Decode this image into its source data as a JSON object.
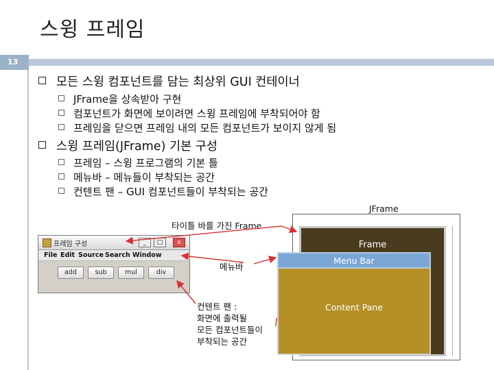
{
  "slide": {
    "title": "스윙 프레임",
    "number": "13"
  },
  "bullets": [
    {
      "text": "모든 스윙 컴포넌트를 담는 최상위 GUI 컨테이너",
      "sub": [
        "JFrame을 상속받아 구현",
        "컴포넌트가 화면에 보이려면 스윙 프레임에 부착되어야 함",
        "프레임을 닫으면 프레임 내의 모든 컴포넌트가 보이지 않게 됨"
      ]
    },
    {
      "text": "스윙 프레임(JFrame) 기본 구성",
      "sub": [
        "프레임 – 스윙 프로그램의 기본 틀",
        "메뉴바 – 메뉴들이 부착되는 공간",
        "컨텐트 팬 – GUI 컴포넌트들이 부착되는 공간"
      ]
    }
  ],
  "captions": {
    "jframe": "JFrame",
    "title_bar_frame": "타이틀 바를 가진 Frame",
    "menubar": "메뉴바",
    "content_pane_lines": [
      "컨텐트 팬 :",
      "화면에 출력될",
      "모든 컴포넌트들이",
      "부착되는 공간"
    ]
  },
  "window": {
    "title": "프레임 구성",
    "menus": [
      "File",
      "Edit",
      "Source",
      "Search",
      "Window"
    ],
    "buttons": [
      "add",
      "sub",
      "mul",
      "div"
    ],
    "controls": [
      "_",
      "□",
      "x"
    ]
  },
  "diagram": {
    "frame_label": "Frame",
    "menu_bar_label": "Menu Bar",
    "content_pane_label": "Content Pane"
  },
  "colors": {
    "accent_rule": "#b9c9d8",
    "frame_dark": "#4a3b1e",
    "menu_bar_blue": "#7aa7d6",
    "content_gold": "#b59027",
    "arrow_red": "#d93030"
  }
}
